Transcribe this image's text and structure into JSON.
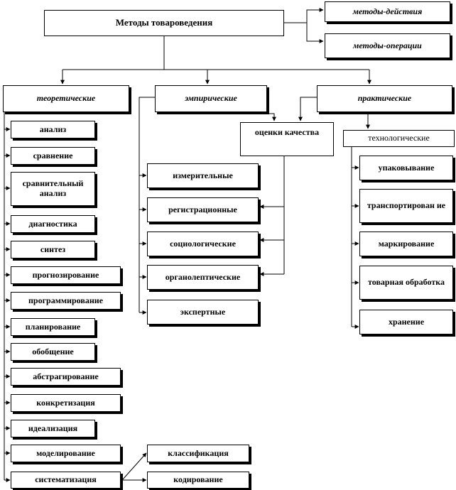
{
  "title": "Методы товароведения",
  "top_right": [
    "методы-действия",
    "методы-операции"
  ],
  "categories": {
    "theoretical": "теоретические",
    "empirical": "эмпирические",
    "practical": "практические"
  },
  "theoretical_items": [
    "анализ",
    "сравнение",
    "сравнительный анализ",
    "диагностика",
    "синтез",
    "прогнозирование",
    "программирование",
    "планирование",
    "обобщение",
    "абстрагирование",
    "конкретизация",
    "идеализация",
    "моделирование",
    "систематизация"
  ],
  "systematization_items": [
    "классификация",
    "кодирование"
  ],
  "empirical_items": [
    "измерительные",
    "регистрационные",
    "социологические",
    "органолептические",
    "экспертные"
  ],
  "quality": "оценки качества",
  "technological": "технологические",
  "tech_items": [
    "упаковывание",
    "транспортирован ие",
    "маркирование",
    "товарная обработка",
    "хранение"
  ]
}
